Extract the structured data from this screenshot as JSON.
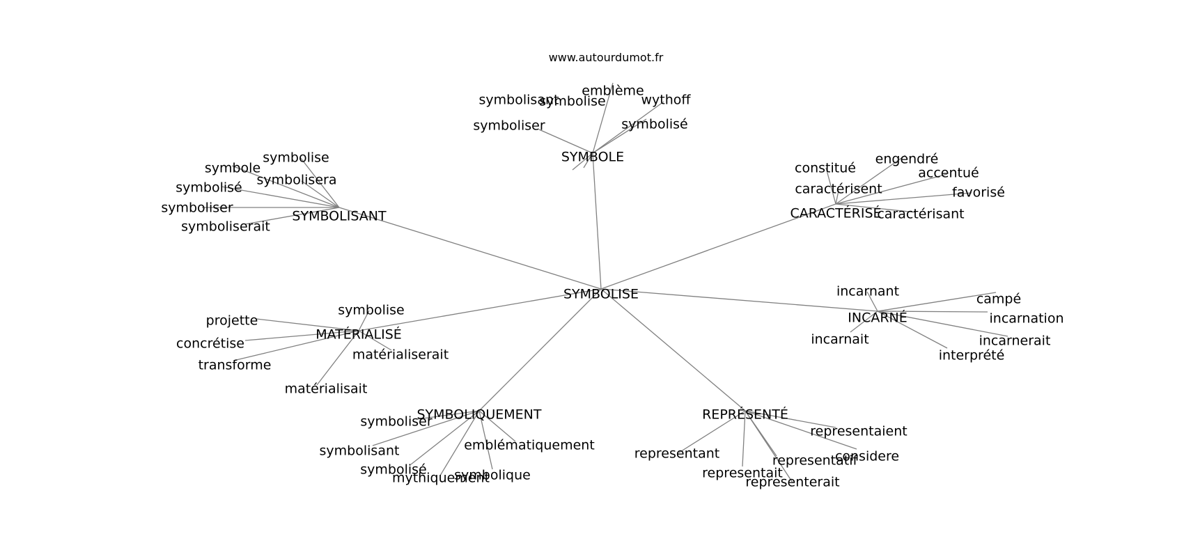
{
  "source": "www.autourdumot.fr",
  "graph": {
    "center": "SYMBOLISE",
    "branches": [
      {
        "hub": "SYMBOLE",
        "leaves": [
          "symbolisant",
          "symbolise",
          "emblème",
          "wythoff",
          "symboliser",
          "symbolisé"
        ]
      },
      {
        "hub": "SYMBOLISANT",
        "leaves": [
          "symbolise",
          "symbole",
          "symbolisera",
          "symbolisé",
          "symboliser",
          "symboliserait"
        ]
      },
      {
        "hub": "CARACTÉRISÉ",
        "leaves": [
          "constitué",
          "engendré",
          "accentué",
          "caractérisent",
          "favorisé",
          "caractérisant"
        ]
      },
      {
        "hub": "MATÉRIALISÉ",
        "leaves": [
          "symbolise",
          "projette",
          "concrétise",
          "transforme",
          "matérialiserait",
          "matérialisait"
        ]
      },
      {
        "hub": "INCARNÉ",
        "leaves": [
          "incarnant",
          "campé",
          "incarnation",
          "incarnait",
          "incarnerait",
          "interprété"
        ]
      },
      {
        "hub": "SYMBOLIQUEMENT",
        "leaves": [
          "symboliser",
          "symbolisant",
          "emblématiquement",
          "symbolisé",
          "mythiquement",
          "symbolique"
        ]
      },
      {
        "hub": "REPRÉSENTÉ",
        "leaves": [
          "representaient",
          "representant",
          "considere",
          "representatif",
          "representait",
          "representerait"
        ]
      }
    ]
  }
}
